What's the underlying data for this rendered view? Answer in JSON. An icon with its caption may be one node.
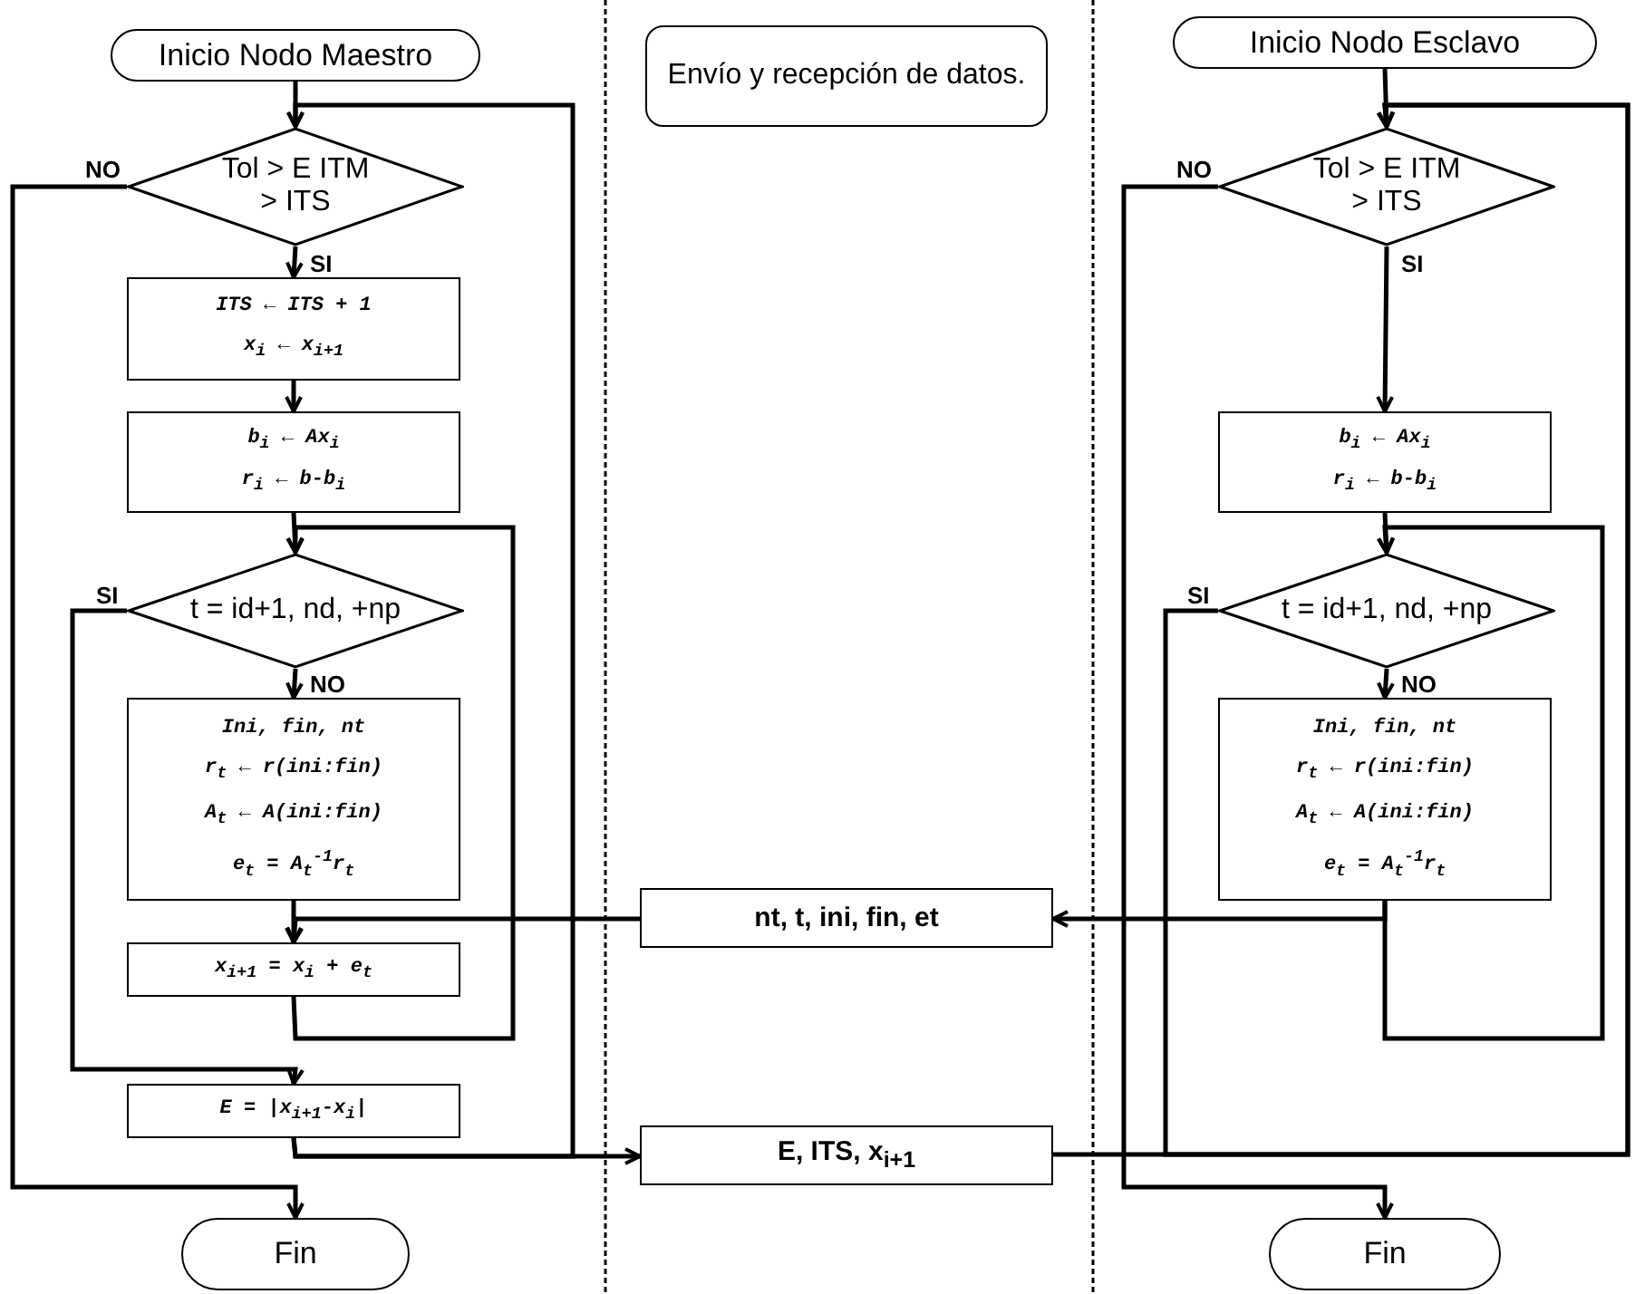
{
  "diagram": {
    "nodes": [
      {
        "text": [
          "Inicio Nodo Maestro"
        ]
      },
      {
        "text": [
          "Tol > E ITM > ITS"
        ]
      },
      {
        "text": [
          "ITS ← ITS + 1",
          "x$_{i}$ ← x$_{i+1}$"
        ]
      },
      {
        "text": [
          "b$_{i}$ ← Ax$_{i}$",
          "r$_{i}$ ← b-b$_{i}$"
        ]
      },
      {
        "text": [
          "t = id+1, nd, +np"
        ]
      },
      {
        "text": [
          "Ini, fin, nt",
          "r$_{t}$ ← r(ini:fin)",
          "A$_{t}$ ← A(ini:fin)",
          "e$_{t}$ = A$_{t}$$^{-1}$r$_{t}$"
        ]
      },
      {
        "text": [
          "x$_{i+1}$ = x$_{i}$ + e$_{t}$"
        ]
      },
      {
        "text": [
          "E = |x$_{i+1}$-x$_{i}$|"
        ]
      },
      {
        "text": [
          "Fin"
        ]
      },
      {
        "text": [
          "Envío y recepción de datos."
        ]
      },
      {
        "text": [
          "nt, t, ini, fin, et"
        ]
      },
      {
        "text": [
          "E, ITS, x$_{i+1}$"
        ]
      },
      {
        "text": [
          "Inicio Nodo Esclavo"
        ]
      },
      {
        "text": [
          "Tol > E ITM > ITS"
        ]
      },
      {
        "text": [
          "b$_{i}$ ← Ax$_{i}$",
          "r$_{i}$ ← b-b$_{i}$"
        ]
      },
      {
        "text": [
          "t = id+1, nd, +np"
        ]
      },
      {
        "text": [
          "Ini, fin, nt",
          "r$_{t}$ ← r(ini:fin)",
          "A$_{t}$ ← A(ini:fin)",
          "e$_{t}$ = A$_{t}$$^{-1}$r$_{t}$"
        ]
      },
      {
        "text": [
          "Fin"
        ]
      }
    ],
    "edges": [
      {
        "from": 0,
        "to": 1,
        "arrow": "to"
      },
      {
        "from": 1,
        "to": 2,
        "arrow": "to",
        "label": "SI"
      },
      {
        "from": 2,
        "to": 3,
        "arrow": "to"
      },
      {
        "from": 3,
        "to": 4,
        "arrow": "to"
      },
      {
        "from": 4,
        "to": 5,
        "arrow": "to",
        "label": "NO"
      },
      {
        "from": 5,
        "to": 6,
        "arrow": "to"
      },
      {
        "from": 6,
        "to": 4,
        "arrow": "to"
      },
      {
        "from": 4,
        "to": 7,
        "arrow": "to",
        "label": "SI"
      },
      {
        "from": 7,
        "to": 1,
        "arrow": "to"
      },
      {
        "from": 1,
        "to": 8,
        "arrow": "to",
        "label": "NO"
      },
      {
        "from": 7,
        "to": 11,
        "arrow": "to"
      },
      {
        "from": 16,
        "to": 10,
        "arrow": "to"
      },
      {
        "from": 10,
        "to": 6,
        "arrow": "to"
      },
      {
        "from": 12,
        "to": 13,
        "arrow": "to"
      },
      {
        "from": 13,
        "to": 14,
        "arrow": "to",
        "label": "SI"
      },
      {
        "from": 14,
        "to": 15,
        "arrow": "to"
      },
      {
        "from": 15,
        "to": 16,
        "arrow": "to",
        "label": "NO"
      },
      {
        "from": 16,
        "to": 15,
        "arrow": "to"
      },
      {
        "from": 15,
        "to": 13,
        "arrow": "to",
        "label": "SI"
      },
      {
        "from": 13,
        "to": 17,
        "arrow": "to",
        "label": "NO"
      },
      {
        "from": 11,
        "to": 13,
        "arrow": "to"
      }
    ]
  }
}
